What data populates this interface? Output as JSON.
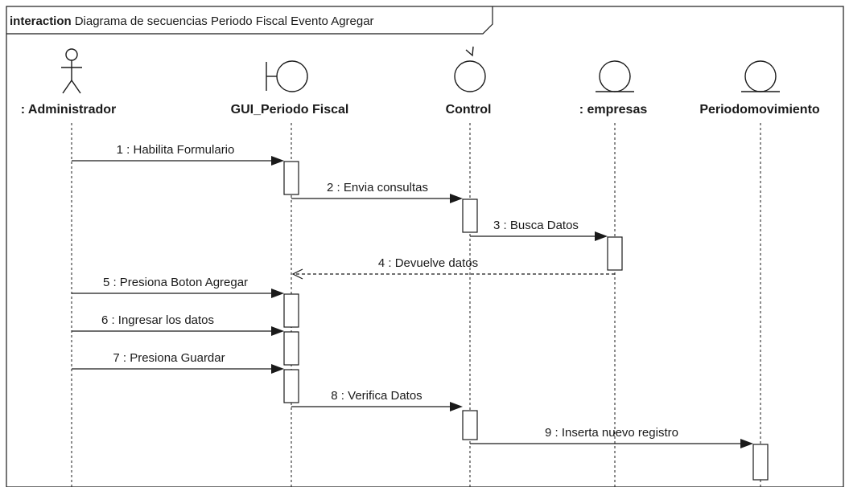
{
  "frame": {
    "keyword": "interaction",
    "title": "Diagrama de secuencias Periodo Fiscal Evento Agregar"
  },
  "lifelines": [
    {
      "id": "admin",
      "name": ": Administrador",
      "icon": "actor-icon"
    },
    {
      "id": "gui",
      "name": "GUI_Periodo Fiscal",
      "icon": "boundary-icon"
    },
    {
      "id": "control",
      "name": "Control",
      "icon": "control-icon"
    },
    {
      "id": "empresas",
      "name": ": empresas",
      "icon": "entity-icon"
    },
    {
      "id": "periodo",
      "name": "Periodomovimiento",
      "icon": "entity-icon"
    }
  ],
  "messages": [
    {
      "label": "1 : Habilita Formulario",
      "from": "admin",
      "to": "gui",
      "kind": "sync"
    },
    {
      "label": "2 : Envia consultas",
      "from": "gui",
      "to": "control",
      "kind": "sync"
    },
    {
      "label": "3 : Busca Datos",
      "from": "control",
      "to": "empresas",
      "kind": "sync"
    },
    {
      "label": "4 : Devuelve datos",
      "from": "empresas",
      "to": "gui",
      "kind": "reply"
    },
    {
      "label": "5 : Presiona Boton Agregar",
      "from": "admin",
      "to": "gui",
      "kind": "sync"
    },
    {
      "label": "6 : Ingresar los datos",
      "from": "admin",
      "to": "gui",
      "kind": "sync"
    },
    {
      "label": "7 : Presiona Guardar",
      "from": "admin",
      "to": "gui",
      "kind": "sync"
    },
    {
      "label": "8 : Verifica Datos",
      "from": "gui",
      "to": "control",
      "kind": "sync"
    },
    {
      "label": "9 : Inserta nuevo registro",
      "from": "control",
      "to": "periodo",
      "kind": "sync"
    }
  ],
  "colors": {
    "line": "#1a1a1a",
    "background": "#ffffff"
  }
}
